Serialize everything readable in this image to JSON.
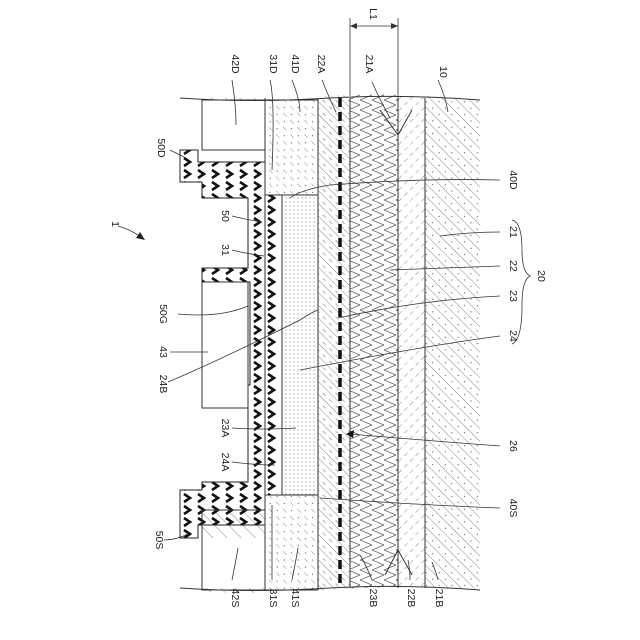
{
  "labels": {
    "device": "1",
    "l1": "L1",
    "l21A": "21A",
    "l10": "10",
    "l22A": "22A",
    "l41D": "41D",
    "l31D": "31D",
    "l42D": "42D",
    "l50D": "50D",
    "l40D": "40D",
    "l50": "50",
    "l21": "21",
    "l31": "31",
    "l22": "22",
    "l20": "20",
    "l23": "23",
    "l50G": "50G",
    "l24": "24",
    "l43": "43",
    "l24B": "24B",
    "l23A": "23A",
    "l26": "26",
    "l24A": "24A",
    "l40S": "40S",
    "l50S": "50S",
    "l42S": "42S",
    "l31S": "31S",
    "l41S": "41S",
    "l23B": "23B",
    "l22B": "22B",
    "l21B": "21B"
  }
}
